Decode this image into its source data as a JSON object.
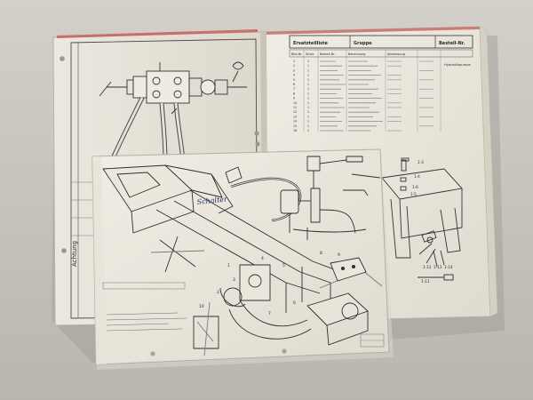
{
  "photo": {
    "subject": "photo-of-printed-parts-catalogue-sheets",
    "colors": {
      "background": "#c9c6c0",
      "paper_light": "#eeeae1",
      "paper_shade": "#dedad0",
      "line_ink": "#3a3a3a",
      "pencil": "#7a7a7a",
      "handwriting": "#1e2a66",
      "red_edge": "#c45a50"
    }
  },
  "parts_list_sheet": {
    "header": {
      "col1": "Ersatzteilliste",
      "col2": "Gruppe",
      "col3": "Bestell-Nr."
    },
    "columns": [
      "Bild-Nr.",
      "Stück",
      "Bestell-Nr.",
      "Benennung",
      "Abmessung"
    ],
    "side_note": "Hydraulikpumpe",
    "rows": [
      {
        "pos": "1",
        "qty": "1",
        "part": "",
        "name": "",
        "dim": "",
        "ref": ""
      },
      {
        "pos": "2",
        "qty": "1",
        "part": "",
        "name": "",
        "dim": "",
        "ref": ""
      },
      {
        "pos": "3",
        "qty": "1",
        "part": "",
        "name": "",
        "dim": "",
        "ref": ""
      },
      {
        "pos": "4",
        "qty": "1",
        "part": "",
        "name": "",
        "dim": "",
        "ref": ""
      },
      {
        "pos": "5",
        "qty": "1",
        "part": "",
        "name": "",
        "dim": "",
        "ref": ""
      },
      {
        "pos": "6",
        "qty": "1",
        "part": "",
        "name": "",
        "dim": "",
        "ref": ""
      },
      {
        "pos": "7",
        "qty": "1",
        "part": "",
        "name": "",
        "dim": "",
        "ref": ""
      },
      {
        "pos": "8",
        "qty": "1",
        "part": "",
        "name": "",
        "dim": "",
        "ref": ""
      },
      {
        "pos": "9",
        "qty": "1",
        "part": "",
        "name": "",
        "dim": "",
        "ref": ""
      },
      {
        "pos": "10",
        "qty": "1",
        "part": "",
        "name": "",
        "dim": "",
        "ref": ""
      },
      {
        "pos": "11",
        "qty": "1",
        "part": "",
        "name": "",
        "dim": "",
        "ref": ""
      },
      {
        "pos": "12",
        "qty": "1",
        "part": "",
        "name": "",
        "dim": "",
        "ref": ""
      },
      {
        "pos": "13",
        "qty": "1",
        "part": "",
        "name": "",
        "dim": "",
        "ref": ""
      },
      {
        "pos": "14",
        "qty": "1",
        "part": "",
        "name": "",
        "dim": "",
        "ref": ""
      },
      {
        "pos": "15",
        "qty": "1",
        "part": "",
        "name": "",
        "dim": "",
        "ref": ""
      },
      {
        "pos": "16",
        "qty": "1",
        "part": "",
        "name": "",
        "dim": "",
        "ref": ""
      }
    ],
    "callouts": [
      "1-3",
      "1-4",
      "1-6",
      "1-5",
      "1-12",
      "1-13",
      "1-14",
      "1-11"
    ]
  },
  "left_drawing_sheet": {
    "vertical_label": "Achtung"
  },
  "front_sheet": {
    "handwritten_note": "Schalter",
    "callouts": [
      "1",
      "2",
      "3",
      "4",
      "5",
      "6",
      "7",
      "8",
      "9",
      "10"
    ],
    "caption_lines": [
      "",
      "",
      ""
    ],
    "stamp": ""
  }
}
